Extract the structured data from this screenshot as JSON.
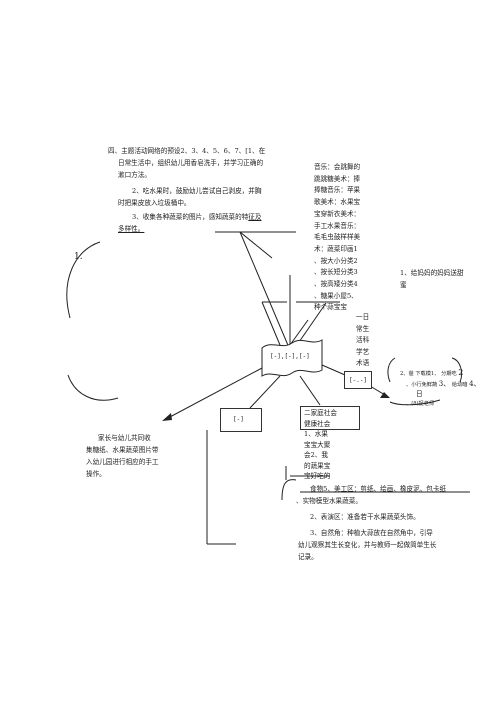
{
  "top_block": {
    "line1": "四、主题活动网络的预设2、3、4、5、6、7、[1、在",
    "line2": "日常生活中，组织幼儿用香皂洗手，并学习正确的",
    "line3": "漱口方法。",
    "line4": "2、吃水果时，鼓励幼儿尝试自己剥皮，并胸",
    "line5": "时把果皮放入垃圾桶中。",
    "line6a": "3、收集各种蔬菜的图片，感知蔬菜的特",
    "line6b": "征及",
    "line7": "多样性。"
  },
  "left_marker": "1.",
  "music_block": {
    "lines": [
      "音乐：会跳舞的",
      "跳跳糖美术：捧",
      "捧糖音乐：苹果",
      "歌美术：水果宝",
      "宝穿新衣美术：",
      "手工水果音乐：",
      "毛毛虫鼓样样美",
      "术：蔬菜印画1",
      "、按大小分类2",
      "、按长短分类3",
      "、按高矮分类4",
      "、糖果小屋5、",
      "种个蒜宝宝"
    ]
  },
  "right_note": {
    "line1": "1、给妈妈的妈妈送甜",
    "line2": "蜜"
  },
  "science_box": {
    "lines": [
      "一日",
      "常生",
      "活科",
      "学艺",
      "术语",
      "言"
    ]
  },
  "center_label": "[-],[-],[-]",
  "mini_box_label": "[-.-]",
  "right_bracket": {
    "line1a": "2、爸",
    "line1b": "下载模1、",
    "line1c": "分期吃",
    "line1d": "2",
    "line2a": "、小行免鲜蔬",
    "line2b": "3、",
    "line2c": "给幼暗",
    "line2d": "4、",
    "line3": "日",
    "line4": "、(8)捉老师"
  },
  "family_note": {
    "lines": [
      "家长与幼儿共同收",
      "集糖纸、水果蔬菜图片带",
      "入幼儿园进行相应的手工",
      "操作。"
    ]
  },
  "small_box_left": "[-]",
  "society_block": {
    "lines": [
      "二家庭社会",
      "健康社会",
      "1、水果",
      "宝宝大聚",
      "会2、我",
      "的蔬果宝",
      "宝好吃的"
    ]
  },
  "bottom_block": {
    "line1": "食物5、美工区：剪纸、绘画、橡皮泥、包卡纸",
    "line2": "、实物模型水果蔬菜。",
    "line3": "2、表演区：准备若干水果蔬菜头饰。",
    "line4": "3、自然角：种植大蒜放在自然角中，引导",
    "line5": "幼儿观察其生长变化，并与教师一起做简单生长",
    "line6": "记录。"
  }
}
